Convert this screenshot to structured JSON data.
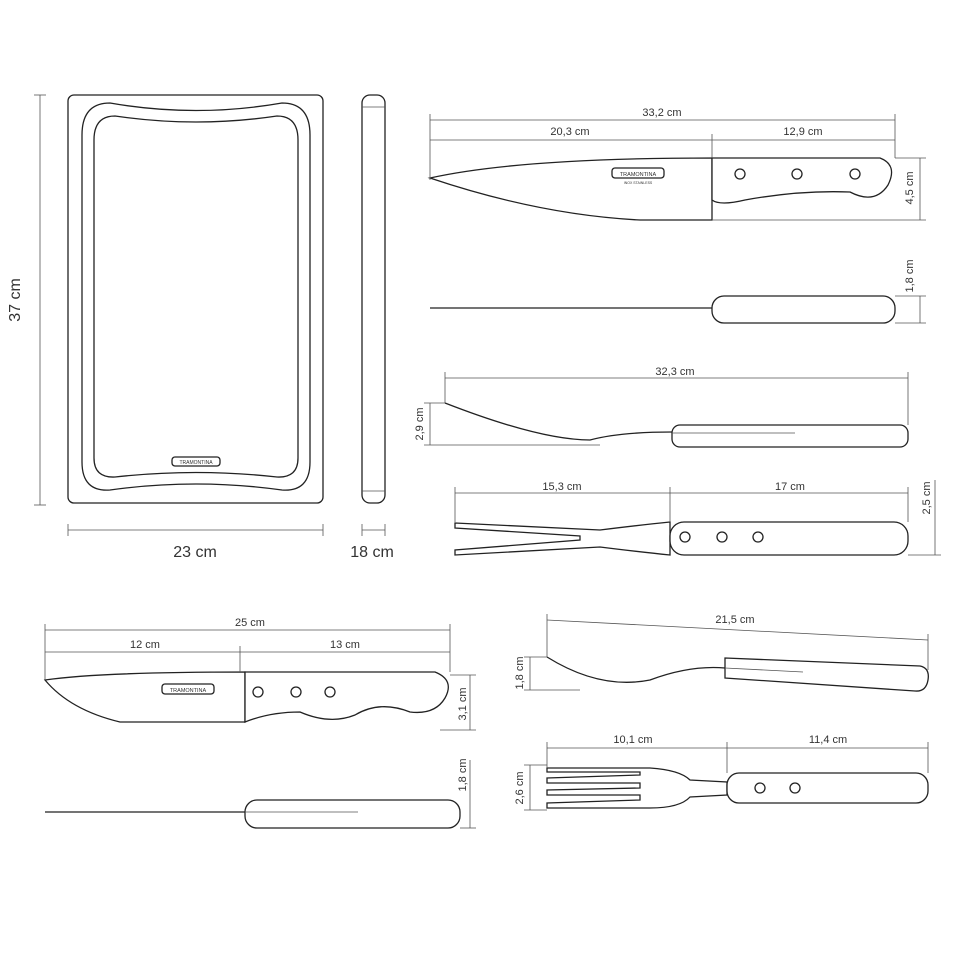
{
  "brand": "TRAMONTINA",
  "brand_sub": "INOX STAINLESS",
  "board": {
    "height": "37 cm",
    "width": "23 cm",
    "thickness": "18 cm"
  },
  "chef_knife": {
    "total": "33,2 cm",
    "blade": "20,3 cm",
    "handle": "12,9 cm",
    "height": "4,5 cm",
    "thickness": "1,8 cm"
  },
  "carving_fork": {
    "total": "32,3 cm",
    "height": "2,9 cm",
    "tines": "15,3 cm",
    "handle": "17 cm",
    "width": "2,5 cm"
  },
  "steak_knife": {
    "total": "25 cm",
    "blade": "12 cm",
    "handle": "13 cm",
    "height": "3,1 cm",
    "thickness": "1,8 cm"
  },
  "table_fork": {
    "total": "21,5 cm",
    "height": "1,8 cm",
    "tines": "10,1 cm",
    "handle": "11,4 cm",
    "width": "2,6 cm"
  }
}
